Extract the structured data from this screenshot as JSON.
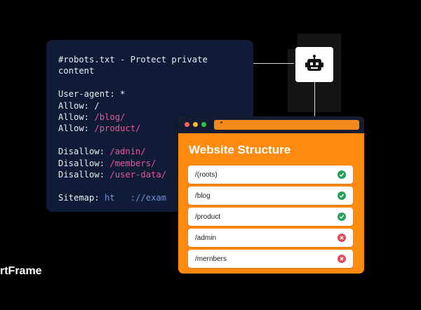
{
  "code": {
    "lines": [
      [
        {
          "t": "#robots.txt - Protect private",
          "c": ""
        }
      ],
      [
        {
          "t": "content",
          "c": ""
        }
      ],
      [],
      [
        {
          "t": "User-agent: *",
          "c": ""
        }
      ],
      [
        {
          "t": "Allow: /",
          "c": ""
        }
      ],
      [
        {
          "t": "Allow: ",
          "c": ""
        },
        {
          "t": "/blog/",
          "c": "pink"
        }
      ],
      [
        {
          "t": "Allow: ",
          "c": ""
        },
        {
          "t": "/product/",
          "c": "pink"
        }
      ],
      [],
      [
        {
          "t": "Disallow: ",
          "c": ""
        },
        {
          "t": "/adnin/",
          "c": "pink"
        }
      ],
      [
        {
          "t": "Disallow: ",
          "c": ""
        },
        {
          "t": "/members/",
          "c": "pink"
        }
      ],
      [
        {
          "t": "Disallow: ",
          "c": ""
        },
        {
          "t": "/user-data/",
          "c": "pink"
        }
      ],
      [],
      [
        {
          "t": "Sitemap: ",
          "c": ""
        },
        {
          "t": "ht   ://exam",
          "c": "blue"
        }
      ]
    ]
  },
  "robot": {
    "icon": "robot-icon"
  },
  "website": {
    "title": "Website Structure",
    "rows": [
      {
        "label": "/(roots)",
        "status": "allowed"
      },
      {
        "label": "/blog",
        "status": "allowed"
      },
      {
        "label": "/product",
        "status": "allowed"
      },
      {
        "label": "/admin",
        "status": "blocked"
      },
      {
        "label": "/mernbers",
        "status": "blocked"
      }
    ]
  },
  "brand": {
    "text": "rtFrame"
  },
  "colors": {
    "code_bg": "#101c37",
    "accent_orange": "#ff8a10",
    "path_pink": "#e8569a",
    "allowed_green": "#24a05a",
    "blocked_red": "#e34a5a"
  }
}
